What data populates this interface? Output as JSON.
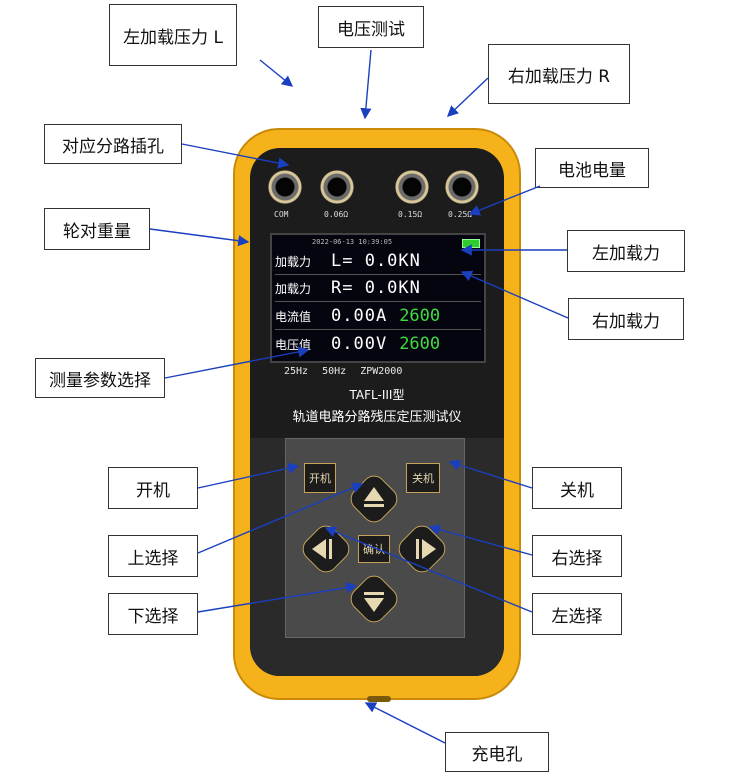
{
  "labels": {
    "left_load_pressure_l": "左加载压力 L",
    "voltage_test": "电压测试",
    "right_load_pressure_r": "右加载压力 R",
    "branch_socket": "对应分路插孔",
    "battery_level": "电池电量",
    "wheelset_weight": "轮对重量",
    "left_load_force": "左加载力",
    "right_load_force": "右加载力",
    "param_select": "测量参数选择",
    "power_on": "开机",
    "power_off": "关机",
    "up_select": "上选择",
    "right_select": "右选择",
    "down_select": "下选择",
    "left_select": "左选择",
    "charge_port": "充电孔"
  },
  "device": {
    "ports": [
      "COM",
      "0.06Ω",
      "0.15Ω",
      "0.25Ω"
    ],
    "timestamp": "2022-06-13 10:39:05",
    "rows": [
      {
        "name": "加载力",
        "value": "L= 0.0KN",
        "extra": ""
      },
      {
        "name": "加载力",
        "value": "R= 0.0KN",
        "extra": ""
      },
      {
        "name": "电流值",
        "value": "0.00A",
        "extra": "2600"
      },
      {
        "name": "电压值",
        "value": "0.00V",
        "extra": "2600"
      }
    ],
    "params": "25Hz 50Hz ZPW2000",
    "model": "TAFL-III型",
    "product_name": "轨道电路分路残压定压测试仪",
    "key_on": "开机",
    "key_off": "关机",
    "key_ok": "确认"
  },
  "colors": {
    "housing": "#f6b21b",
    "face": "#1c1c1c",
    "value_green": "#3fdc3f",
    "arrow": "#1a3fbf"
  }
}
